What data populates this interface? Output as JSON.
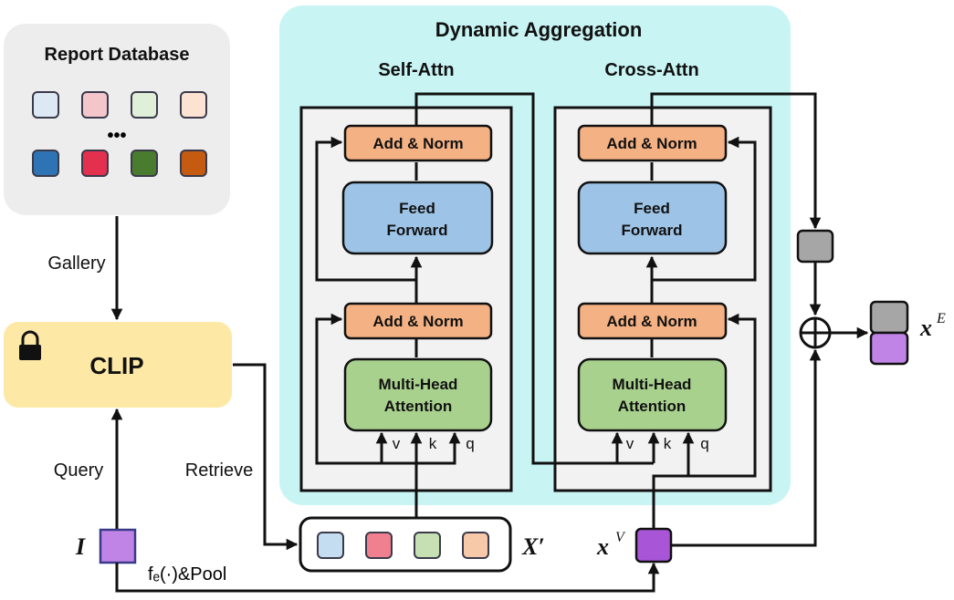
{
  "report_database": {
    "title": "Report Database",
    "ellipsis": "•••",
    "tokens_row1": [
      "#dde8f5",
      "#f2c6cb",
      "#e0efd8",
      "#fbe2d2"
    ],
    "tokens_row2": [
      "#2e74b5",
      "#e3304f",
      "#4a7c2f",
      "#c55a11"
    ]
  },
  "edges": {
    "gallery": "Gallery",
    "query": "Query",
    "retrieve": "Retrieve",
    "encoder": "fₑ(·)&Pool"
  },
  "clip": {
    "label": "CLIP",
    "icon": "lock-icon"
  },
  "dynamic_aggregation": {
    "title": "Dynamic Aggregation",
    "self_attn": {
      "title": "Self-Attn",
      "add_norm_top": "Add & Norm",
      "feed_forward": [
        "Feed",
        "Forward"
      ],
      "add_norm_bottom": "Add & Norm",
      "mha": [
        "Multi-Head",
        "Attention"
      ],
      "inputs": [
        "v",
        "k",
        "q"
      ]
    },
    "cross_attn": {
      "title": "Cross-Attn",
      "add_norm_top": "Add & Norm",
      "feed_forward": [
        "Feed",
        "Forward"
      ],
      "add_norm_bottom": "Add & Norm",
      "mha": [
        "Multi-Head",
        "Attention"
      ],
      "inputs": [
        "v",
        "k",
        "q"
      ]
    }
  },
  "retrieved_set": {
    "label": "X′",
    "tokens": [
      "#c5ddf0",
      "#f08090",
      "#c6e0b4",
      "#f8c9a8"
    ]
  },
  "input_image": {
    "label": "I",
    "color": "#c084e6"
  },
  "visual_feature": {
    "label": "x",
    "superscript": "V",
    "color": "#a855d8"
  },
  "output": {
    "label": "x",
    "superscript": "E",
    "top_color": "#a6a6a6",
    "bottom_color": "#c084e6"
  },
  "sum_operator": "⊕",
  "colors": {
    "panel_bg": "#ededed",
    "clip_bg": "#fde9a5",
    "dyn_bg": "#c9f4f4",
    "block_bg": "#f2f2f2",
    "add_norm": "#f4b183",
    "feed_forward": "#9dc3e6",
    "mha": "#a9d18e",
    "gray_token": "#a6a6a6"
  }
}
